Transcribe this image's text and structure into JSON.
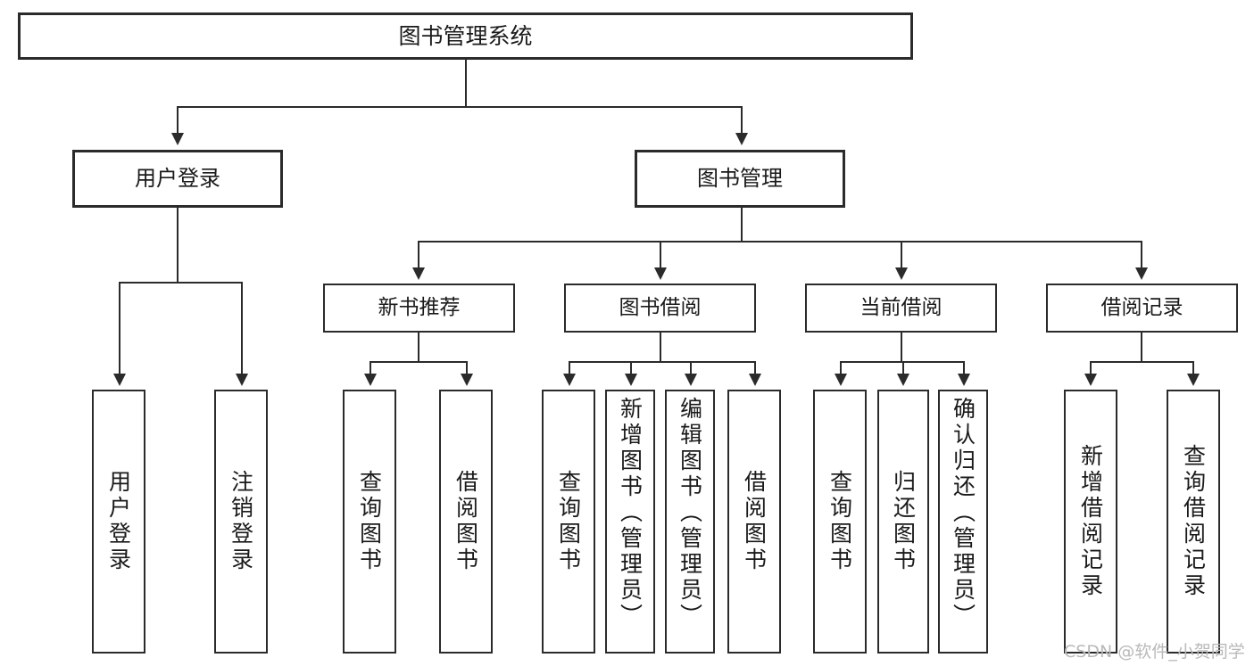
{
  "diagram": {
    "title": "图书管理系统",
    "type": "tree-hierarchy-diagram",
    "colors": {
      "stroke": "#2b2b2b",
      "fill": "#ffffff",
      "text": "#1a1a1a",
      "watermark": "#b9b9b9"
    },
    "nodes": {
      "root": {
        "label": "图书管理系统"
      },
      "level1": [
        {
          "key": "user_login",
          "label": "用户登录"
        },
        {
          "key": "book_manage",
          "label": "图书管理"
        }
      ],
      "level2": [
        {
          "key": "new_book_rec",
          "label": "新书推荐"
        },
        {
          "key": "book_borrow",
          "label": "图书借阅"
        },
        {
          "key": "current_borrow",
          "label": "当前借阅"
        },
        {
          "key": "borrow_record",
          "label": "借阅记录"
        }
      ],
      "leaves": {
        "user_login": [
          {
            "label": "用户登录"
          },
          {
            "label": "注销登录"
          }
        ],
        "new_book_rec": [
          {
            "label": "查询图书"
          },
          {
            "label": "借阅图书"
          }
        ],
        "book_borrow": [
          {
            "label": "查询图书"
          },
          {
            "label": "新增图书（管理员）"
          },
          {
            "label": "编辑图书（管理员）"
          },
          {
            "label": "借阅图书"
          }
        ],
        "current_borrow": [
          {
            "label": "查询图书"
          },
          {
            "label": "归还图书"
          },
          {
            "label": "确认归还（管理员）"
          }
        ],
        "borrow_record": [
          {
            "label": "新增借阅记录"
          },
          {
            "label": "查询借阅记录"
          }
        ]
      }
    },
    "watermark": "CSDN @软件_小贺同学"
  }
}
